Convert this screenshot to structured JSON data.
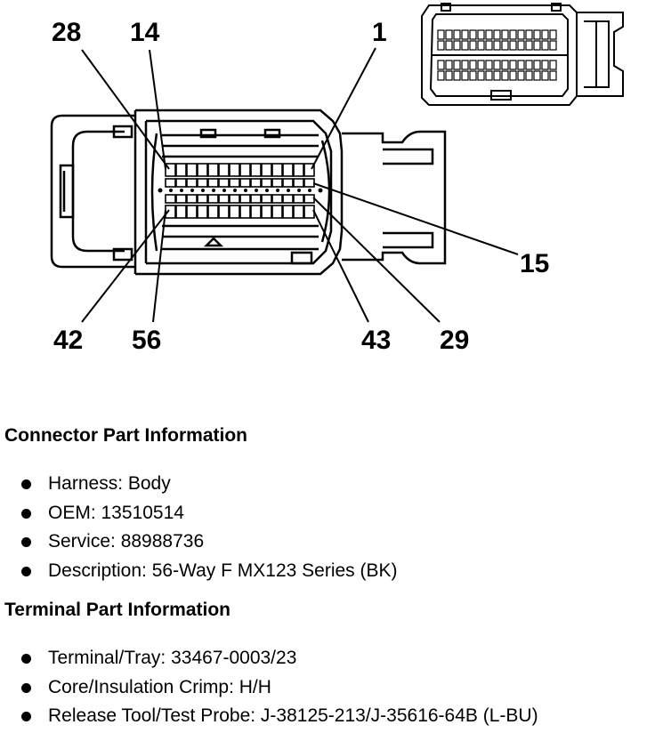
{
  "diagram": {
    "pin_labels": [
      {
        "text": "28",
        "name": "pin-label-28"
      },
      {
        "text": "14",
        "name": "pin-label-14"
      },
      {
        "text": "1",
        "name": "pin-label-1"
      },
      {
        "text": "15",
        "name": "pin-label-15"
      },
      {
        "text": "42",
        "name": "pin-label-42"
      },
      {
        "text": "56",
        "name": "pin-label-56"
      },
      {
        "text": "43",
        "name": "pin-label-43"
      },
      {
        "text": "29",
        "name": "pin-label-29"
      }
    ]
  },
  "connector_info": {
    "title": "Connector Part Information",
    "items": [
      "Harness: Body",
      "OEM: 13510514",
      "Service: 88988736",
      "Description: 56-Way F MX123 Series (BK)"
    ]
  },
  "terminal_info": {
    "title": "Terminal Part Information",
    "items": [
      "Terminal/Tray: 33467-0003/23",
      "Core/Insulation Crimp: H/H",
      "Release Tool/Test Probe: J-38125-213/J-35616-64B (L-BU)"
    ]
  }
}
